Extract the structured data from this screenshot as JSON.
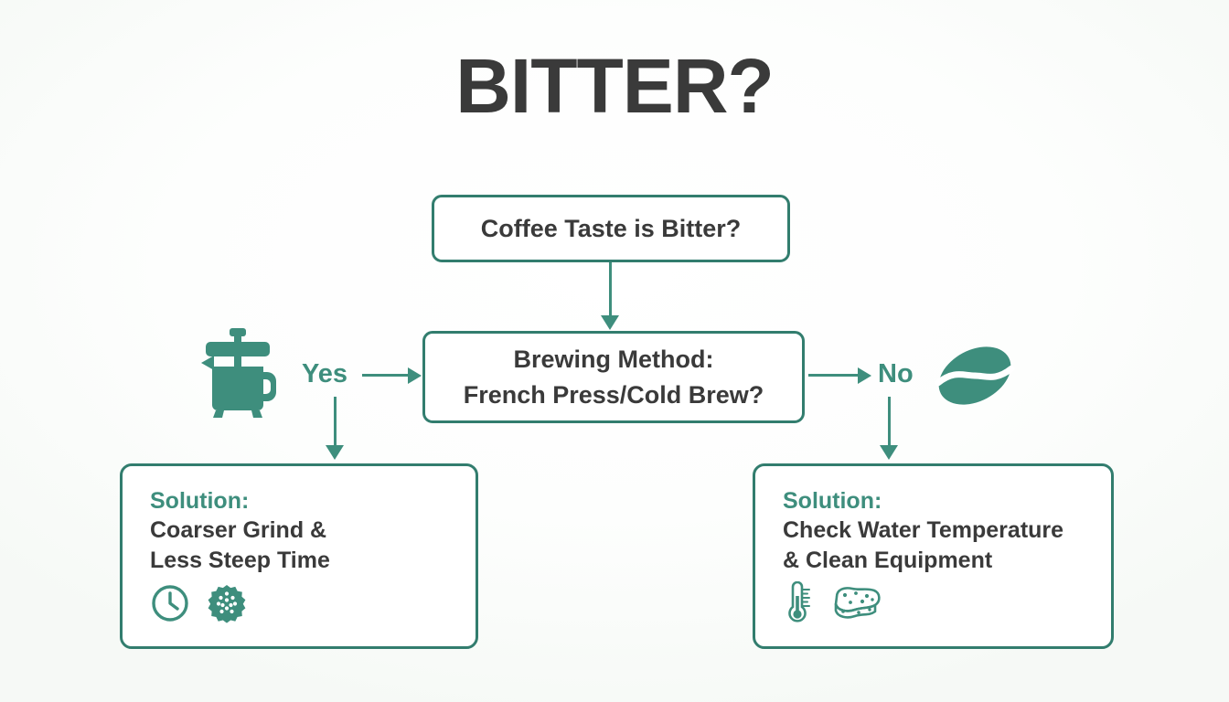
{
  "page": {
    "title": "BITTER?",
    "background_color": "#fbfcfb",
    "accent_color": "#3e8e7d",
    "border_color": "#327d6e",
    "text_color": "#3a3a3a"
  },
  "flow": {
    "question_node": {
      "text": "Coffee Taste is Bitter?"
    },
    "method_node": {
      "line1": "Brewing Method:",
      "line2": "French Press/Cold Brew?"
    },
    "branches": {
      "yes_label": "Yes",
      "no_label": "No"
    },
    "solution_left": {
      "label": "Solution:",
      "line1": "Coarser Grind &",
      "line2": "Less Steep Time",
      "icons": [
        "clock-icon",
        "grinder-burr-icon"
      ]
    },
    "solution_right": {
      "label": "Solution:",
      "line1": "Check Water Temperature",
      "line2": "& Clean Equipment",
      "icons": [
        "thermometer-icon",
        "sponge-icon"
      ]
    }
  },
  "decor": {
    "left_icon": "french-press-icon",
    "right_icon": "coffee-bean-icon"
  }
}
